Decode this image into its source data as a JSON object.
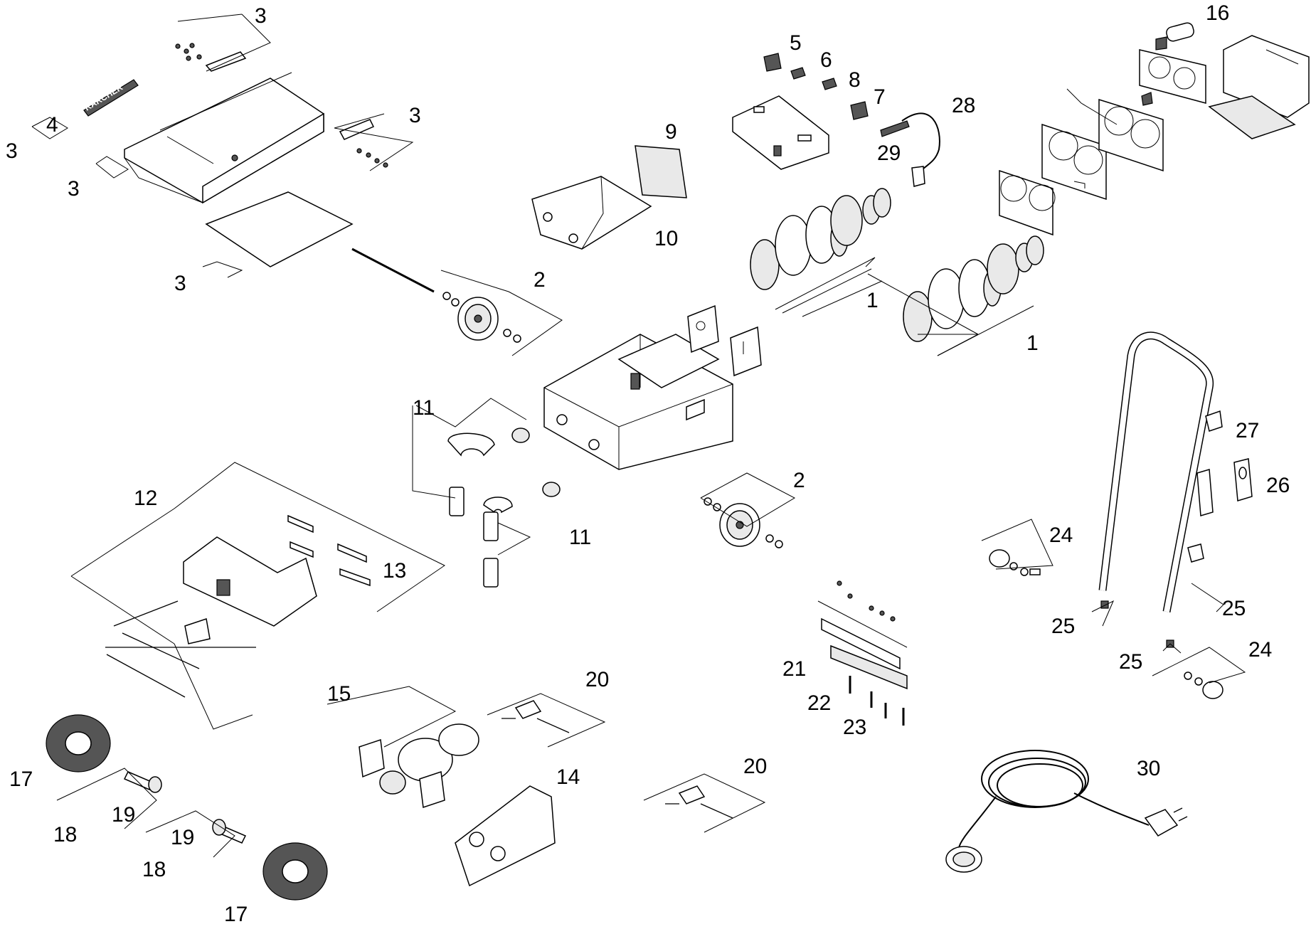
{
  "brand_text": "KÄRCHER",
  "callouts": [
    {
      "key": "c1a",
      "label": "1"
    },
    {
      "key": "c1b",
      "label": "1"
    },
    {
      "key": "c2a",
      "label": "2"
    },
    {
      "key": "c2b",
      "label": "2"
    },
    {
      "key": "c3a",
      "label": "3"
    },
    {
      "key": "c3b",
      "label": "3"
    },
    {
      "key": "c3c",
      "label": "3"
    },
    {
      "key": "c3d",
      "label": "3"
    },
    {
      "key": "c3e",
      "label": "3"
    },
    {
      "key": "c4",
      "label": "4"
    },
    {
      "key": "c5",
      "label": "5"
    },
    {
      "key": "c6",
      "label": "6"
    },
    {
      "key": "c7",
      "label": "7"
    },
    {
      "key": "c8",
      "label": "8"
    },
    {
      "key": "c9",
      "label": "9"
    },
    {
      "key": "c10",
      "label": "10"
    },
    {
      "key": "c11a",
      "label": "11"
    },
    {
      "key": "c11b",
      "label": "11"
    },
    {
      "key": "c12",
      "label": "12"
    },
    {
      "key": "c13",
      "label": "13"
    },
    {
      "key": "c14",
      "label": "14"
    },
    {
      "key": "c15",
      "label": "15"
    },
    {
      "key": "c16",
      "label": "16"
    },
    {
      "key": "c17a",
      "label": "17"
    },
    {
      "key": "c17b",
      "label": "17"
    },
    {
      "key": "c18a",
      "label": "18"
    },
    {
      "key": "c18b",
      "label": "18"
    },
    {
      "key": "c19a",
      "label": "19"
    },
    {
      "key": "c19b",
      "label": "19"
    },
    {
      "key": "c20a",
      "label": "20"
    },
    {
      "key": "c20b",
      "label": "20"
    },
    {
      "key": "c21",
      "label": "21"
    },
    {
      "key": "c22",
      "label": "22"
    },
    {
      "key": "c23",
      "label": "23"
    },
    {
      "key": "c24a",
      "label": "24"
    },
    {
      "key": "c24b",
      "label": "24"
    },
    {
      "key": "c25a",
      "label": "25"
    },
    {
      "key": "c25b",
      "label": "25"
    },
    {
      "key": "c25c",
      "label": "25"
    },
    {
      "key": "c26",
      "label": "26"
    },
    {
      "key": "c27",
      "label": "27"
    },
    {
      "key": "c28",
      "label": "28"
    },
    {
      "key": "c29",
      "label": "29"
    },
    {
      "key": "c30",
      "label": "30"
    }
  ]
}
